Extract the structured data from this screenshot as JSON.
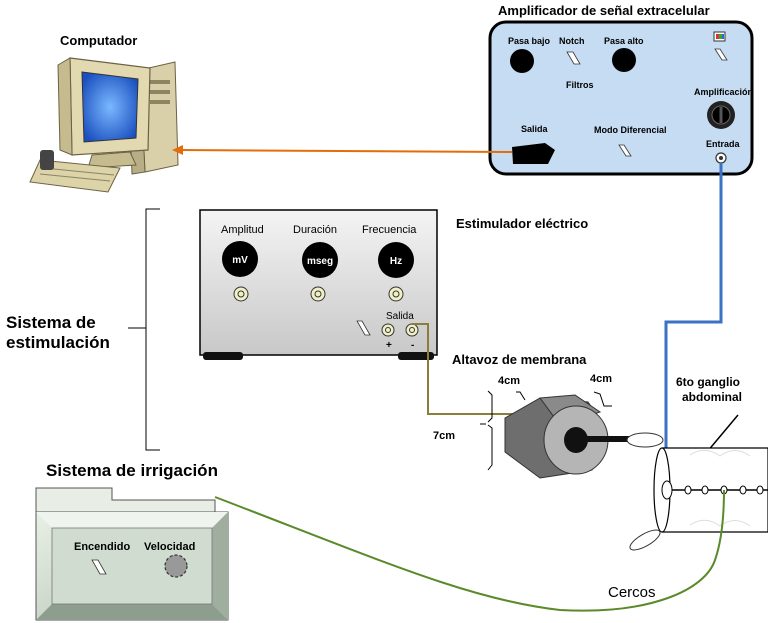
{
  "computer": {
    "title": "Computador"
  },
  "amplifier": {
    "title": "Amplificador de señal extracelular",
    "low_pass": "Pasa bajo",
    "notch": "Notch",
    "high_pass": "Pasa alto",
    "filters": "Filtros",
    "amplification": "Amplificación",
    "output": "Salida",
    "differential_mode": "Modo Diferencial",
    "input": "Entrada"
  },
  "stimulator": {
    "title": "Estimulador eléctrico",
    "amplitude_label": "Amplitud",
    "duration_label": "Duración",
    "frequency_label": "Frecuencia",
    "amplitude_unit": "mV",
    "duration_unit": "mseg",
    "frequency_unit": "Hz",
    "output_label": "Salida",
    "plus": "+",
    "minus": "-"
  },
  "stimulation_system": {
    "line1": "Sistema de",
    "line2": "estimulación"
  },
  "speaker": {
    "title": "Altavoz de membrana",
    "dim_width": "4cm",
    "dim_depth": "4cm",
    "dim_height": "7cm"
  },
  "ganglion": {
    "line1": "6to ganglio",
    "line2": "abdominal"
  },
  "irrigation": {
    "title": "Sistema de irrigación",
    "on_label": "Encendido",
    "speed_label": "Velocidad"
  },
  "cerci": {
    "label": "Cercos"
  },
  "colors": {
    "output_cable": "#e46c0a",
    "input_cable": "#3a72c4",
    "stim_cable": "#8b7d3a",
    "irrigation_tube": "#5a8a2a",
    "amplifier_panel": "#c6dcf2",
    "stimulator_panel": "#e4e4e4",
    "irrigation_panel": "#cfdccf"
  }
}
